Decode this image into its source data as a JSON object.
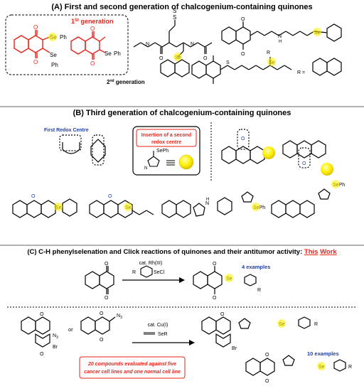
{
  "sectionA": {
    "title": "(A) First and second generation of chalcogenium-containing quinones",
    "gen1_prefix": "1",
    "gen1_sup": "St",
    "gen1_suffix": " generation",
    "gen2_prefix": "2",
    "gen2_sup": "nd",
    "gen2_suffix": " generation",
    "r_equals": "R ="
  },
  "sectionB": {
    "title": "(B) Third generation of chalcogenium-containing quinones",
    "first_redox": "First Redox Centre",
    "insertion_line1": "Insertion of a second",
    "insertion_line2": "redox centre"
  },
  "sectionC": {
    "title_main": "(C) C-H phenylselenation and Click reactions of quinones and their antitumor activity: ",
    "title_this": "This",
    "title_work": "Work",
    "cat_rh": "cat. Rh(III)",
    "reagent_rh": "SeCl",
    "examples4": "4 examples",
    "cat_cu": "cat. Cu(I)",
    "reagent_cu": "SeR",
    "or": "or",
    "examples10": "10 examples",
    "note_line1": "20 compounds evaluated against five",
    "note_line2": "cancer cell lines and one normal cell line"
  },
  "atoms": {
    "O": "O",
    "Se": "Se",
    "S": "S",
    "N": "N",
    "H": "H",
    "Br": "Br",
    "Ph": "Ph",
    "SePh": "SePh",
    "R": "R",
    "N3": "N",
    "sub3": "3",
    "RR": "R"
  },
  "colors": {
    "red": "#e8231a",
    "blue": "#1c3fae",
    "yellow": "#fff200",
    "divider": "#9a9a9a"
  }
}
